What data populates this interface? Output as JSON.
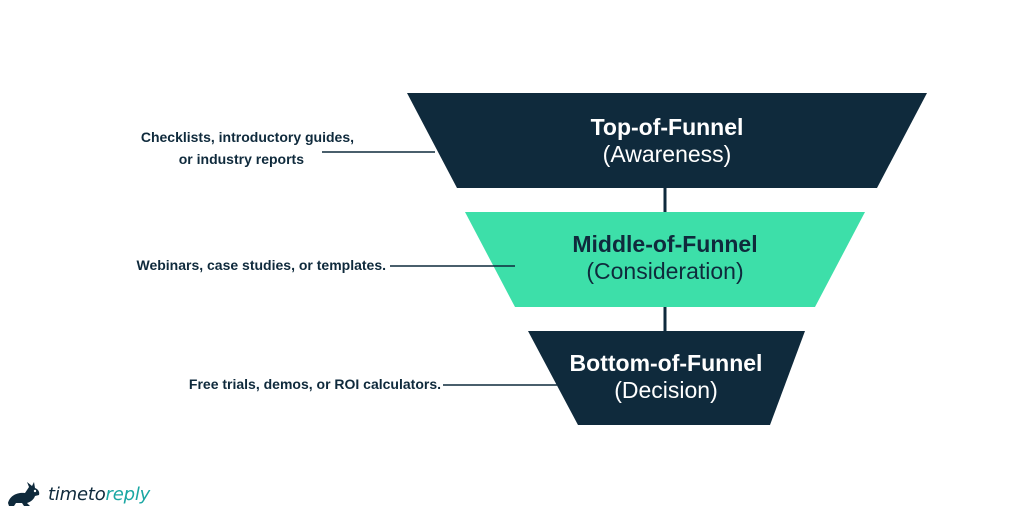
{
  "colors": {
    "navy": "#0f2a3c",
    "mint": "#3ddfa9",
    "white": "#ffffff",
    "logo_accent": "#1aa7a3"
  },
  "stages": [
    {
      "title": "Top-of-Funnel",
      "subtitle": "(Awareness)",
      "fill": "navy",
      "text_color": "white",
      "annotation": [
        "Checklists, introductory guides,",
        "or industry reports"
      ]
    },
    {
      "title": "Middle-of-Funnel",
      "subtitle": "(Consideration)",
      "fill": "mint",
      "text_color": "navy",
      "annotation": [
        "Webinars, case studies, or templates."
      ]
    },
    {
      "title": "Bottom-of-Funnel",
      "subtitle": "(Decision)",
      "fill": "navy",
      "text_color": "white",
      "annotation": [
        "Free trials, demos, or ROI calculators."
      ]
    }
  ],
  "logo": {
    "icon": "rabbit-icon",
    "text_part1": "timeto",
    "text_part2": "reply"
  }
}
